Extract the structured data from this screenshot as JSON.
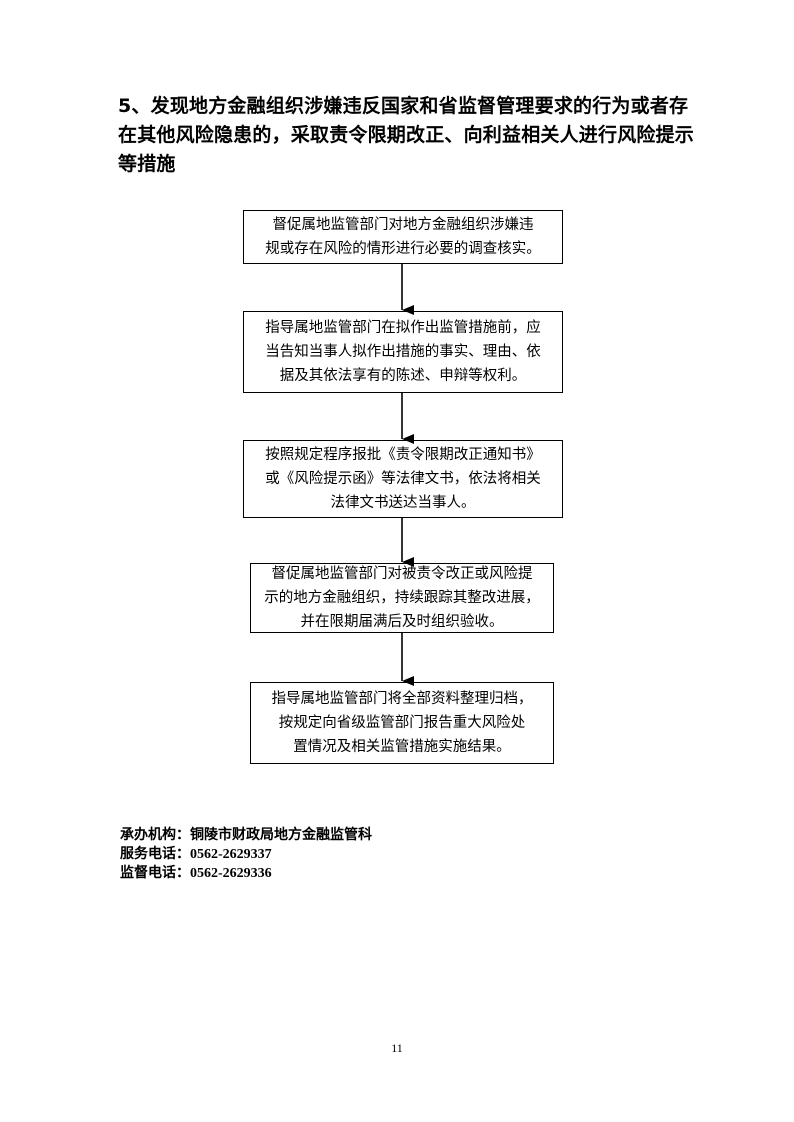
{
  "heading": {
    "lines": [
      "5、发现地方金融组织涉嫌违反国家和省监督管理要求的行为或者存",
      "在其他风险隐患的，采取责令限期改正、向利益相关人进行风险提示",
      "等措施"
    ]
  },
  "flow_steps": [
    {
      "lines": [
        "督促属地监管部门对地方金融组织涉嫌违",
        "规或存在风险的情形进行必要的调查核实。"
      ]
    },
    {
      "lines": [
        "指导属地监管部门在拟作出监管措施前，应",
        "当告知当事人拟作出措施的事实、理由、依",
        "据及其依法享有的陈述、申辩等权利。"
      ]
    },
    {
      "lines": [
        "按照规定程序报批《责令限期改正通知书》",
        "或《风险提示函》等法律文书，依法将相关",
        "法律文书送达当事人。"
      ]
    },
    {
      "lines": [
        "督促属地监管部门对被责令改正或风险提",
        "示的地方金融组织，持续跟踪其整改进展，",
        "并在限期届满后及时组织验收。"
      ]
    },
    {
      "lines": [
        "指导属地监管部门将全部资料整理归档，",
        "按规定向省级监管部门报告重大风险处",
        "置情况及相关监管措施实施结果。"
      ]
    }
  ],
  "footer": {
    "agency_label": "承办机构：",
    "agency_value": "铜陵市财政局地方金融监管科",
    "service_phone_label": "服务电话：",
    "service_phone_value": "0562-2629337",
    "supervision_phone_label": "监督电话：",
    "supervision_phone_value": "0562-2629336"
  },
  "page_number": "11"
}
